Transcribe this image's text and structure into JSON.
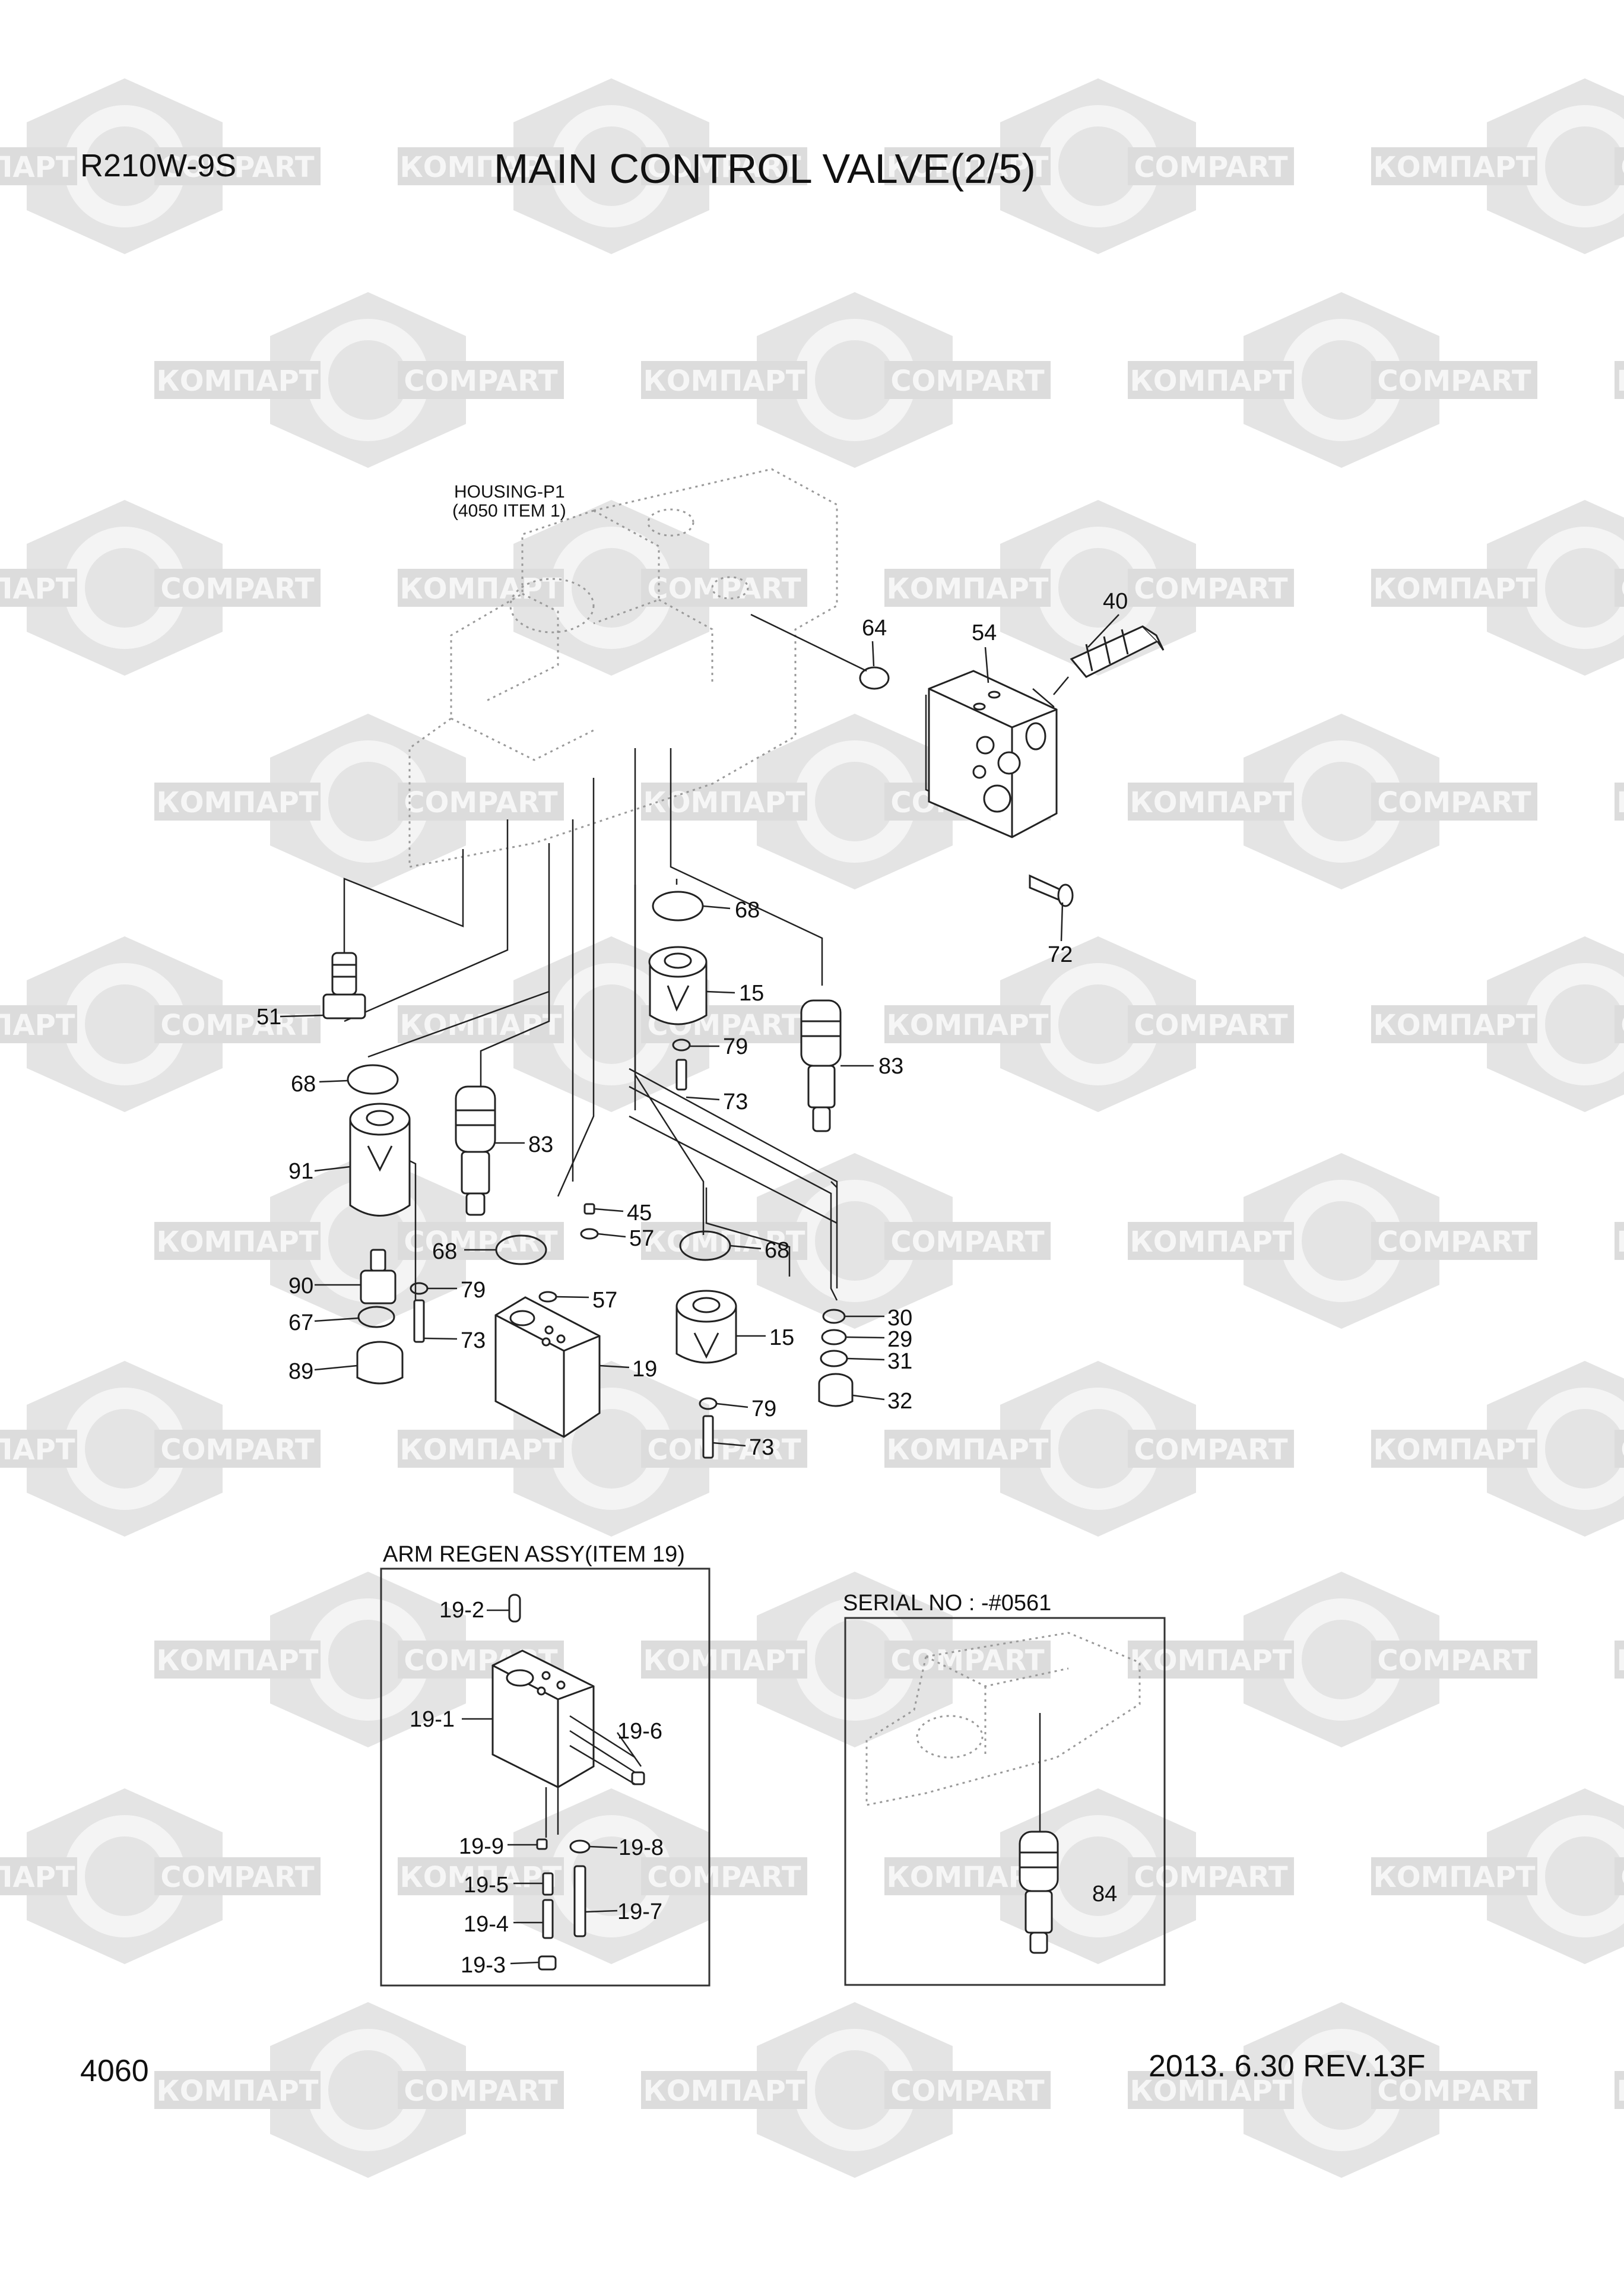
{
  "header": {
    "model": "R210W-9S",
    "title": "MAIN CONTROL VALVE(2/5)"
  },
  "footer": {
    "page_number": "4060",
    "revision": "2013. 6.30  REV.13F"
  },
  "watermark": {
    "texts": [
      "КОМПАРТ",
      "COMPART"
    ]
  },
  "reference": {
    "line1": "HOUSING-P1",
    "line2": "(4050 ITEM 1)"
  },
  "inset_regen": {
    "caption": "ARM REGEN ASSY(ITEM 19)"
  },
  "inset_serial": {
    "caption": "SERIAL NO : -#0561"
  },
  "callouts": {
    "c40": "40",
    "c64": "64",
    "c54": "54",
    "c72": "72",
    "c68a": "68",
    "c15a": "15",
    "c79a": "79",
    "c73a": "73",
    "c83a": "83",
    "c51": "51",
    "c68b": "68",
    "c91": "91",
    "c83b": "83",
    "c90": "90",
    "c79b": "79",
    "c67": "67",
    "c73b": "73",
    "c89": "89",
    "c68c": "68",
    "c57a": "57",
    "c19": "19",
    "c45": "45",
    "c57b": "57",
    "c68d": "68",
    "c15b": "15",
    "c79c": "79",
    "c73c": "73",
    "c30": "30",
    "c29": "29",
    "c31": "31",
    "c32": "32",
    "c19_2": "19-2",
    "c19_1": "19-1",
    "c19_6": "19-6",
    "c19_9": "19-9",
    "c19_8": "19-8",
    "c19_5": "19-5",
    "c19_7": "19-7",
    "c19_4": "19-4",
    "c19_3": "19-3",
    "c84": "84"
  }
}
